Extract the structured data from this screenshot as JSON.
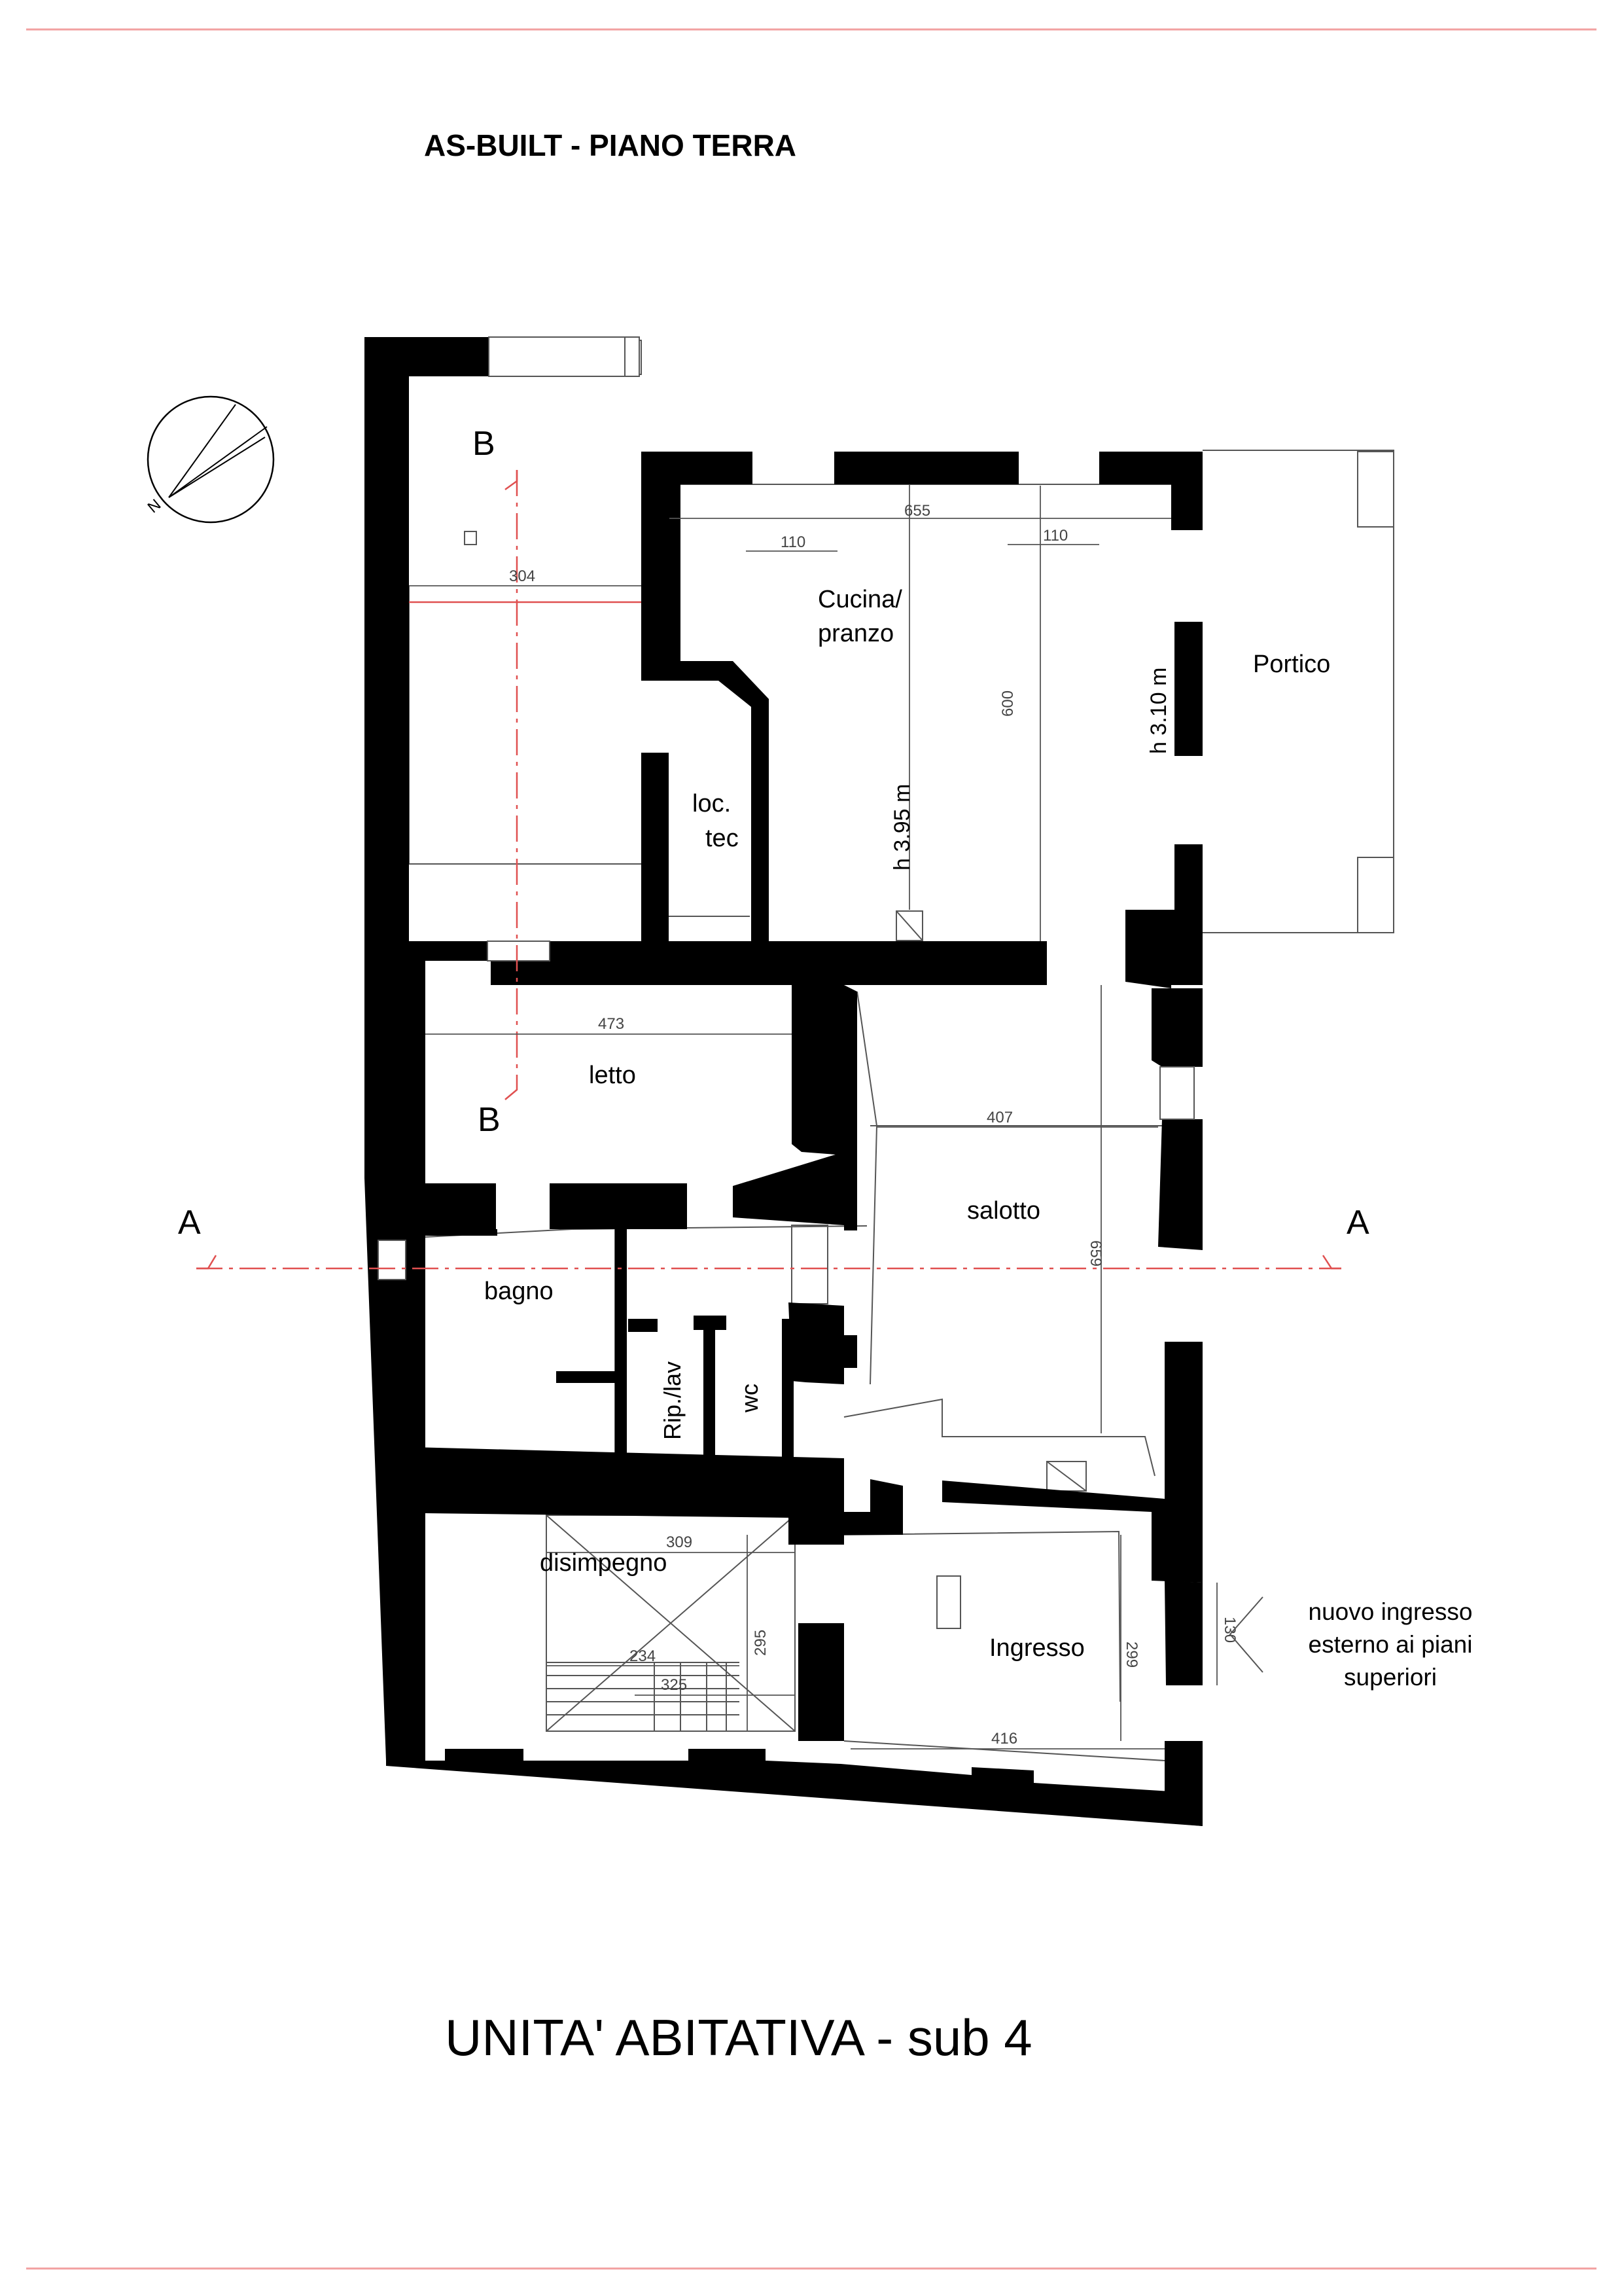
{
  "header": {
    "title": "AS-BUILT - PIANO TERRA"
  },
  "footer": {
    "title": "UNITA' ABITATIVA - sub 4"
  },
  "compass": {
    "letter": "N"
  },
  "sections": {
    "b_label": "B",
    "a_label": "A"
  },
  "rooms": {
    "cucina": [
      "Cucina/",
      "pranzo"
    ],
    "portico": "Portico",
    "loc_tec": [
      "loc.",
      "tec"
    ],
    "letto": "letto",
    "salotto": "salotto",
    "bagno": "bagno",
    "rip_lav": "Rip./lav",
    "wc": "wc",
    "disimpegno": "disimpegno",
    "ingresso": "Ingresso"
  },
  "heights": {
    "cucina": "h 3.95 m",
    "portico": "h 3.10 m"
  },
  "dimensions": {
    "cucina_width": "655",
    "window_left": "110",
    "window_right": "110",
    "cucina_depth": "600",
    "room_b_width": "304",
    "letto_width": "473",
    "salotto_width": "407",
    "salotto_depth": "659",
    "disimpegno_width": "309",
    "stair_234": "234",
    "stair_325": "325",
    "disimpegno_depth": "295",
    "ingresso_width": "416",
    "ingresso_depth": "299",
    "entrance_130": "130"
  },
  "annotation": {
    "lines": [
      "nuovo ingresso",
      "esterno ai piani",
      "superiori"
    ]
  },
  "colors": {
    "wall": "#000000",
    "section_line": "#e05050",
    "margin_line": "#f2a0a0"
  }
}
